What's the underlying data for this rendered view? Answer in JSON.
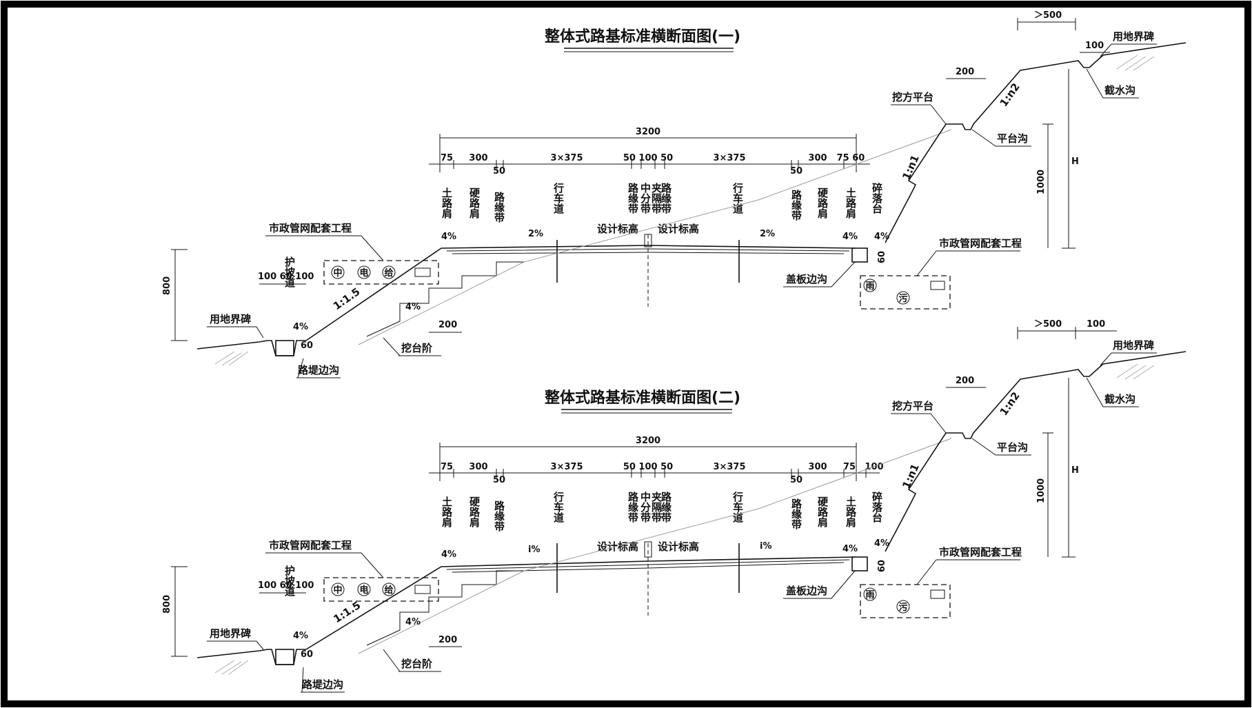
{
  "drawings": [
    {
      "title": "整体式路基标准横断面图(一)",
      "dims": {
        "total": "3200",
        "d75": "75",
        "d300": "300",
        "d50": "50",
        "lanes": "3×375",
        "center": "50 100 50",
        "d75r": "75 60",
        "left_road": "100 60 100",
        "d200": "200",
        "h800": "800",
        "h60": "60",
        "h60r": "60",
        "top_gt500": "＞500",
        "top_100": "100",
        "top_200": "200",
        "top_1000": "1000",
        "top_H": "H"
      },
      "labels": {
        "tu_lu_jian": "土路肩",
        "ying_lu_jian": "硬路肩",
        "lu_yuan_dai": "路缘带",
        "xing_che_dao": "行车道",
        "zhong_fen_dai": "中分带",
        "jia_ge_dai": "夹隔带",
        "sui_luo_tai": "碎落台",
        "design_elev": "设计标高",
        "shi_zheng": "市政管网配套工程",
        "hu_po_dao": "护坡道",
        "yong_di_jie_bei": "用地界碑",
        "lu_di_bian_gou": "路堤边沟",
        "wa_tai_jie": "挖台阶",
        "gai_ban_bian_gou": "盖板边沟",
        "wa_fang_ping_tai": "挖方平台",
        "ping_tai_gou": "平台沟",
        "jie_shui_gou": "截水沟",
        "slope_15": "1:1.5",
        "slope_n1": "1:n1",
        "slope_n2": "1:n2",
        "cross_slope": "2%",
        "shoulder_slope": "4%",
        "pipe_zhong": "中",
        "pipe_dian": "电",
        "pipe_gei": "给",
        "pipe_yu": "雨",
        "pipe_wu": "污"
      }
    },
    {
      "title": "整体式路基标准横断面图(二)",
      "dims": {
        "total": "3200",
        "d75": "75",
        "d300": "300",
        "d50": "50",
        "lanes": "3×375",
        "center": "50 100 50",
        "d75r": "75",
        "d100r": "100",
        "left_road": "100 60 100",
        "d200": "200",
        "h800": "800",
        "h60": "60",
        "h60r": "60",
        "top_gt500": "＞500",
        "top_100": "100",
        "top_200": "200",
        "top_1000": "1000",
        "top_H": "H"
      },
      "labels": {
        "tu_lu_jian": "土路肩",
        "ying_lu_jian": "硬路肩",
        "lu_yuan_dai": "路缘带",
        "xing_che_dao": "行车道",
        "zhong_fen_dai": "中分带",
        "jia_ge_dai": "夹隔带",
        "sui_luo_tai": "碎落台",
        "design_elev": "设计标高",
        "shi_zheng": "市政管网配套工程",
        "hu_po_dao": "护坡道",
        "yong_di_jie_bei": "用地界碑",
        "lu_di_bian_gou": "路堤边沟",
        "wa_tai_jie": "挖台阶",
        "gai_ban_bian_gou": "盖板边沟",
        "wa_fang_ping_tai": "挖方平台",
        "ping_tai_gou": "平台沟",
        "jie_shui_gou": "截水沟",
        "slope_15": "1:1.5",
        "slope_n1": "1:n1",
        "slope_n2": "1:n2",
        "cross_slope": "i%",
        "shoulder_slope": "4%",
        "pipe_zhong": "中",
        "pipe_dian": "电",
        "pipe_gei": "给",
        "pipe_yu": "雨",
        "pipe_wu": "污"
      }
    }
  ]
}
